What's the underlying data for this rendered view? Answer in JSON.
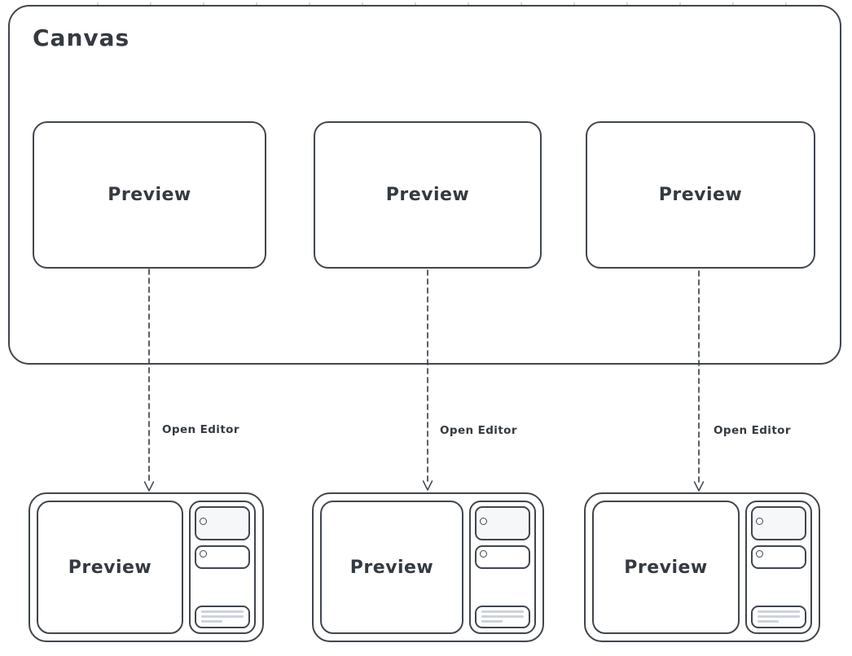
{
  "colors": {
    "stroke": "#40464e",
    "text": "#343a40",
    "card_fill": "#f6f7f9",
    "skeleton_line": "#ccd3da",
    "background": "#ffffff"
  },
  "canvas": {
    "title": "Canvas",
    "previews": [
      {
        "label": "Preview"
      },
      {
        "label": "Preview"
      },
      {
        "label": "Preview"
      }
    ]
  },
  "connectors": [
    {
      "label": "Open Editor"
    },
    {
      "label": "Open Editor"
    },
    {
      "label": "Open Editor"
    }
  ],
  "editors": [
    {
      "preview_label": "Preview"
    },
    {
      "preview_label": "Preview"
    },
    {
      "preview_label": "Preview"
    }
  ],
  "icons": {
    "sidebar_bullet": "circle-outline",
    "skeleton_text": "gray-lines"
  }
}
